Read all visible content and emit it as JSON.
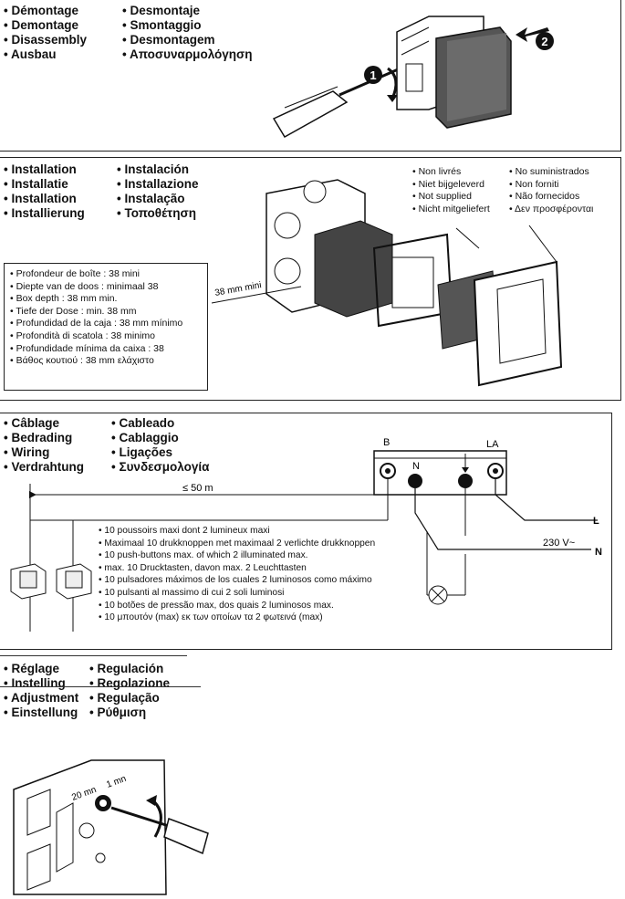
{
  "sections": {
    "disassembly": {
      "labels_left": [
        "• Démontage",
        "• Demontage",
        "• Disassembly",
        "• Ausbau"
      ],
      "labels_right": [
        "• Desmontaje",
        "• Smontaggio",
        "• Desmontagem",
        "• Αποσυναρμολόγηση"
      ],
      "steps": [
        "1",
        "2"
      ]
    },
    "installation": {
      "labels_left": [
        "• Installation",
        "• Installatie",
        "• Installation",
        "• Installierung"
      ],
      "labels_right": [
        "• Instalación",
        "• Installazione",
        "• Instalação",
        "• Τοποθέτηση"
      ],
      "not_supplied_left": [
        "• Non livrés",
        "• Niet bijgeleverd",
        "• Not supplied",
        "• Nicht mitgeliefert"
      ],
      "not_supplied_right": [
        "• No suministrados",
        "• Non forniti",
        "• Não fornecidos",
        "• Δεν προσφέρονται"
      ],
      "depth_notes": [
        "• Profondeur de boîte : 38 mini",
        "• Diepte van de doos : minimaal 38",
        "• Box depth : 38 mm min.",
        "• Tiefe der Dose : min. 38 mm",
        "• Profundidad de la caja : 38 mm mínimo",
        "• Profondità di scatola : 38 minimo",
        "• Profundidade mínima da caixa : 38",
        "• Βάθος κουτιού : 38 mm ελάχιστο"
      ],
      "dimension_label": "38 mm mini"
    },
    "wiring": {
      "labels_left": [
        "• Câblage",
        "• Bedrading",
        "• Wiring",
        "• Verdrahtung"
      ],
      "labels_right": [
        "• Cableado",
        "• Cablaggio",
        "• Ligações",
        "• Συνδεσμολογία"
      ],
      "distance_label": "≤ 50 m",
      "terminal_labels": {
        "b": "B",
        "n": "N",
        "la": "LA"
      },
      "line_labels": {
        "l": "L",
        "n": "N",
        "voltage": "230 V~"
      },
      "notes": [
        "• 10 poussoirs maxi dont 2 lumineux maxi",
        "• Maximaal 10 drukknoppen met maximaal 2 verlichte drukknoppen",
        "• 10 push-buttons max. of which 2 illuminated max.",
        "• max. 10 Drucktasten, davon max. 2 Leuchttasten",
        "• 10 pulsadores máximos de los cuales 2 luminosos como máximo",
        "• 10 pulsanti al massimo di cui 2 soli luminosi",
        "• 10 botões de pressão max, dos quais 2 luminosos max.",
        "• 10 μπουτόν (max) εκ των οποίων τα 2 φωτεινά (max)"
      ]
    },
    "adjustment": {
      "labels_left": [
        "• Réglage",
        "• Instelling",
        "• Adjustment",
        "• Einstellung"
      ],
      "labels_right": [
        "• Regulación",
        "• Regolazione",
        "• Regulação",
        "• Ρύθμιση"
      ],
      "dial_labels": {
        "min": "20 mn",
        "max": "1 mn"
      }
    }
  }
}
